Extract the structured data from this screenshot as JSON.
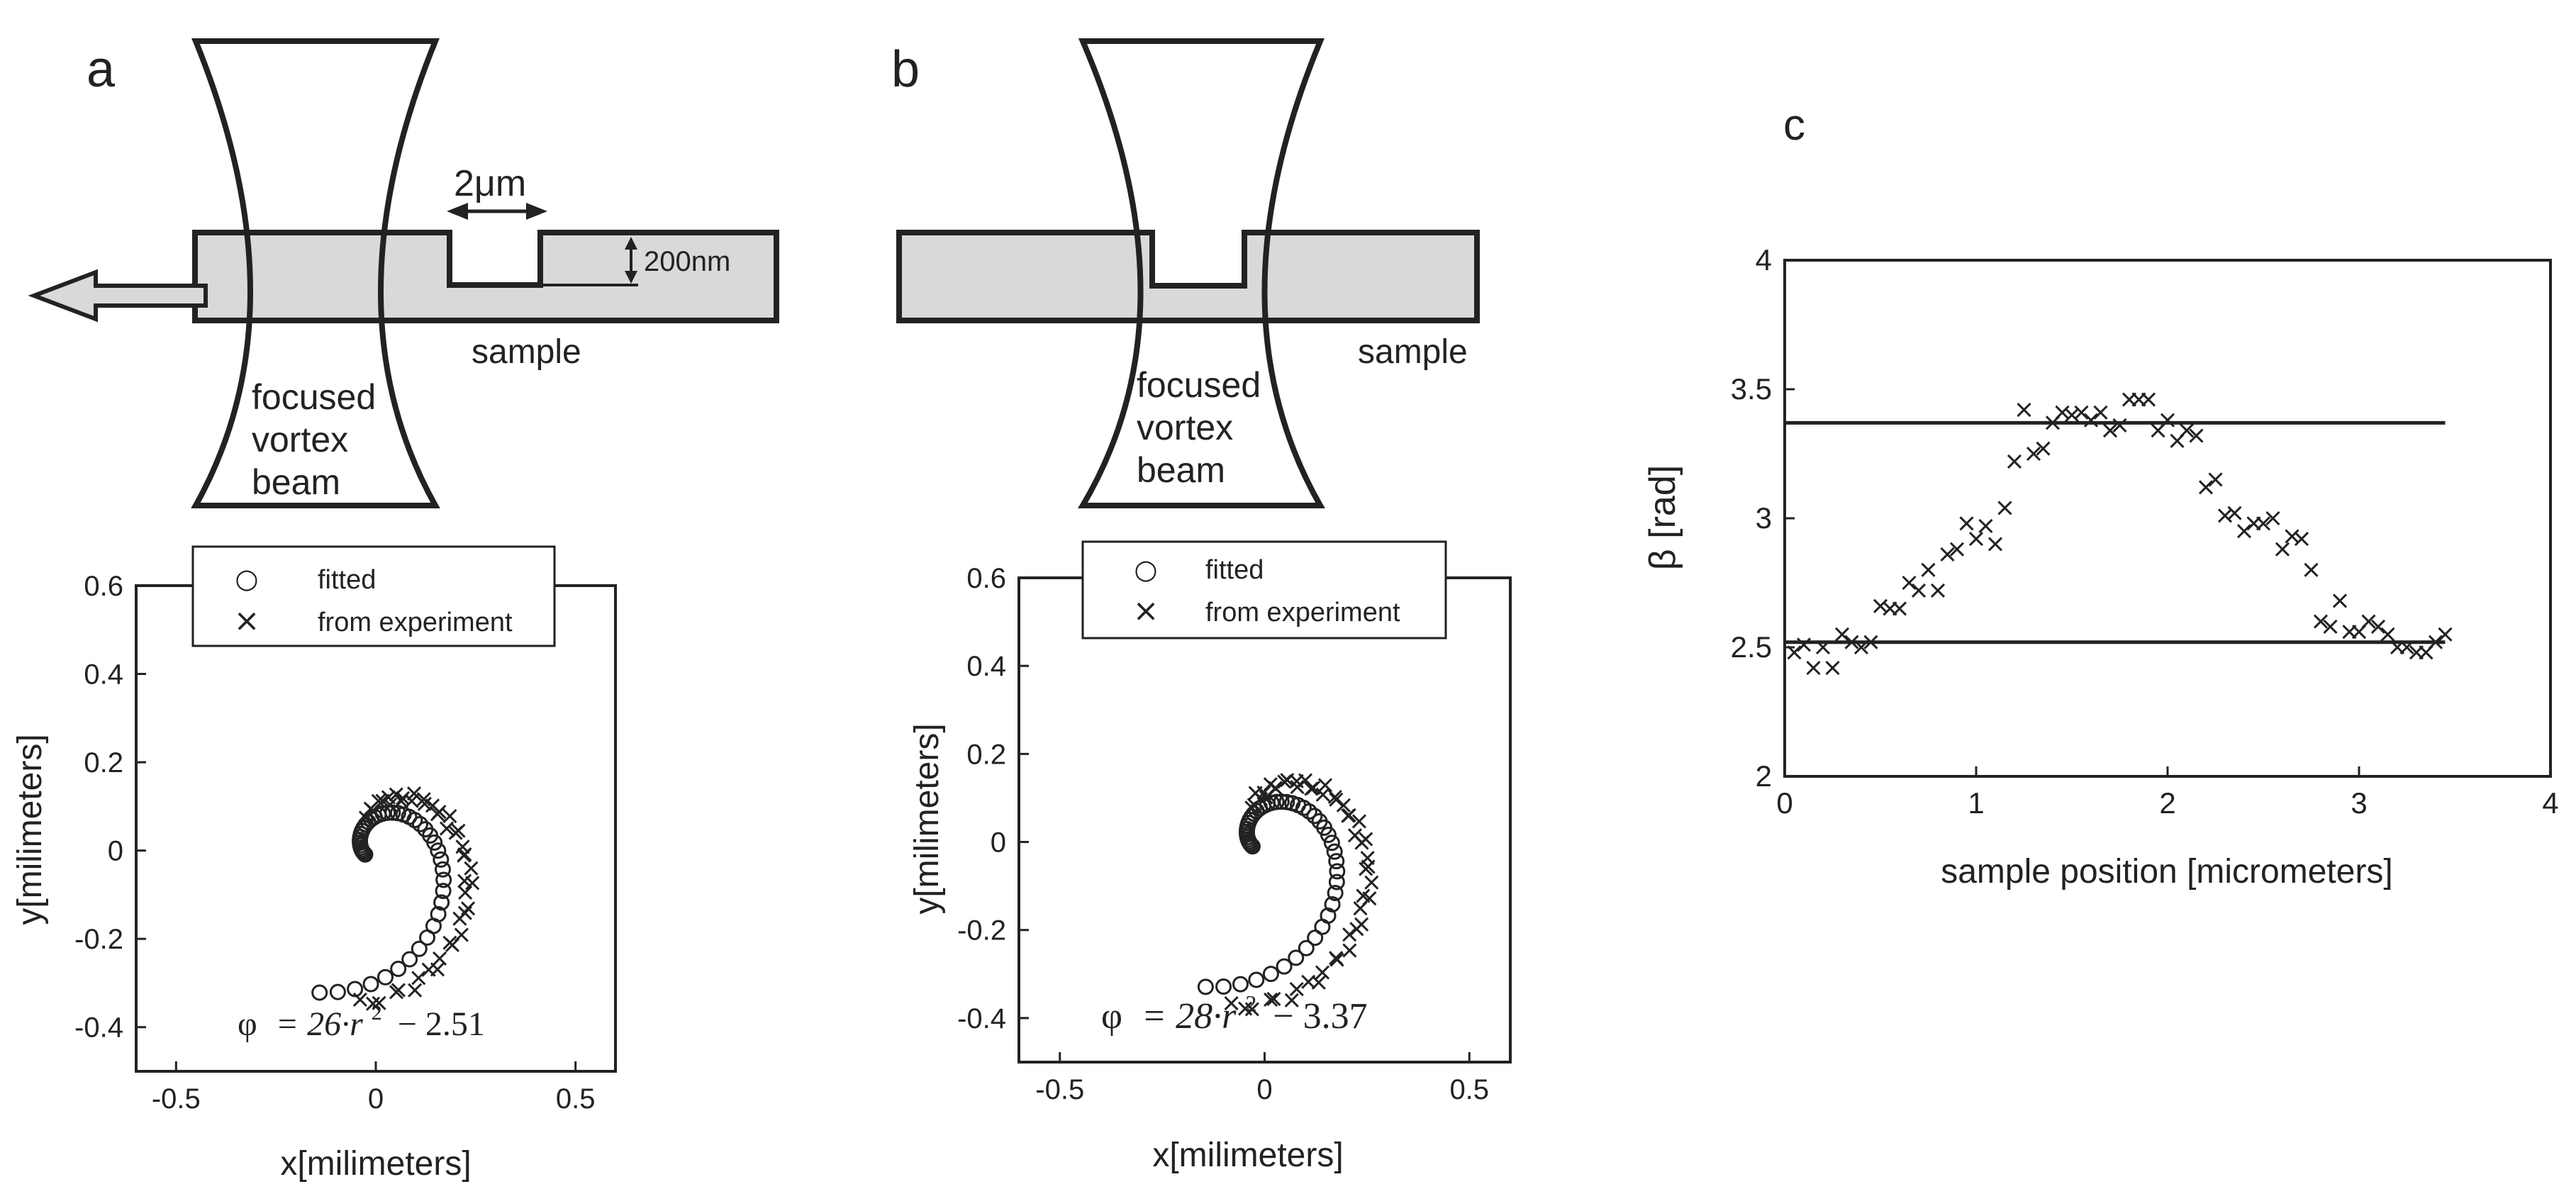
{
  "panel_labels": {
    "a": "a",
    "b": "b",
    "c": "c"
  },
  "schematic_a": {
    "width_label": "2μm",
    "depth_label": "200nm",
    "sample_label": "sample",
    "beam_label": [
      "focused",
      "vortex",
      "beam"
    ]
  },
  "schematic_b": {
    "sample_label": "sample",
    "beam_label": [
      "focused",
      "vortex",
      "beam"
    ]
  },
  "chart_data": [
    {
      "type": "scatter",
      "panel": "a",
      "xlabel": "x[milimeters]",
      "ylabel": "y[milimeters]",
      "xlim": [
        -0.6,
        0.6
      ],
      "ylim": [
        -0.5,
        0.6
      ],
      "xticks": [
        -0.5,
        0,
        0.5
      ],
      "yticks": [
        -0.4,
        -0.2,
        0,
        0.2,
        0.4,
        0.6
      ],
      "xtick_labels": [
        "-0.5",
        "0",
        "0.5"
      ],
      "ytick_labels": [
        "-0.4",
        "-0.2",
        "0",
        "0.2",
        "0.4",
        "0.6"
      ],
      "legend": {
        "placement": "top",
        "entries": [
          {
            "marker": "○",
            "label": "fitted"
          },
          {
            "marker": "×",
            "label": "from experiment"
          }
        ]
      },
      "equation": {
        "lhs": "φ",
        "mid": "= 26·r",
        "sup": "2",
        "rhs": "− 2.51"
      },
      "series": [
        {
          "name": "fitted",
          "marker": "circle",
          "spiral": {
            "a": 0.047,
            "b": 0.37,
            "theta_start": 4.3,
            "theta_end": 9.75,
            "n": 45
          }
        },
        {
          "name": "from experiment",
          "marker": "x",
          "spiral": {
            "a": 0.08,
            "b": 0.27,
            "theta_start": 4.6,
            "theta_end": 8.1,
            "n": 45,
            "jitter": 0.01
          }
        }
      ]
    },
    {
      "type": "scatter",
      "panel": "b",
      "xlabel": "x[milimeters]",
      "ylabel": "y[milimeters]",
      "xlim": [
        -0.6,
        0.6
      ],
      "ylim": [
        -0.5,
        0.6
      ],
      "xticks": [
        -0.5,
        0,
        0.5
      ],
      "yticks": [
        -0.4,
        -0.2,
        0,
        0.2,
        0.4,
        0.6
      ],
      "xtick_labels": [
        "-0.5",
        "0",
        "0.5"
      ],
      "ytick_labels": [
        "-0.4",
        "-0.2",
        "0",
        "0.2",
        "0.4",
        "0.6"
      ],
      "legend": {
        "placement": "top",
        "entries": [
          {
            "marker": "○",
            "label": "fitted"
          },
          {
            "marker": "×",
            "label": "from experiment"
          }
        ]
      },
      "equation": {
        "lhs": "φ",
        "mid": "= 28·r",
        "sup": "2",
        "rhs": "− 3.37"
      },
      "series": [
        {
          "name": "fitted",
          "marker": "circle",
          "spiral": {
            "a": 0.052,
            "b": 0.38,
            "theta_start": 4.3,
            "theta_end": 9.75,
            "n": 48
          }
        },
        {
          "name": "from experiment",
          "marker": "x",
          "spiral": {
            "a": 0.085,
            "b": 0.3,
            "theta_start": 4.5,
            "theta_end": 8.2,
            "n": 50,
            "jitter": 0.01
          }
        }
      ]
    },
    {
      "type": "scatter",
      "panel": "c",
      "xlabel": "sample position [micrometers]",
      "ylabel": "β [rad]",
      "xlim": [
        0,
        4
      ],
      "ylim": [
        2,
        4
      ],
      "xticks": [
        0,
        1,
        2,
        3,
        4
      ],
      "yticks": [
        2,
        2.5,
        3,
        3.5,
        4
      ],
      "xtick_labels": [
        "0",
        "1",
        "2",
        "3",
        "4"
      ],
      "ytick_labels": [
        "2",
        "2.5",
        "3",
        "3.5",
        "4"
      ],
      "hlines": [
        {
          "y": 3.37,
          "x0": 0.0,
          "x1": 3.45
        },
        {
          "y": 2.52,
          "x0": 0.0,
          "x1": 3.45
        }
      ],
      "series": [
        {
          "marker": "x",
          "x": [
            0.05,
            0.1,
            0.15,
            0.2,
            0.25,
            0.3,
            0.35,
            0.4,
            0.45,
            0.5,
            0.55,
            0.6,
            0.65,
            0.7,
            0.75,
            0.8,
            0.85,
            0.9,
            0.95,
            1.0,
            1.05,
            1.1,
            1.15,
            1.2,
            1.25,
            1.3,
            1.35,
            1.4,
            1.45,
            1.5,
            1.55,
            1.6,
            1.65,
            1.7,
            1.75,
            1.8,
            1.85,
            1.9,
            1.95,
            2.0,
            2.05,
            2.1,
            2.15,
            2.2,
            2.25,
            2.3,
            2.35,
            2.4,
            2.45,
            2.5,
            2.55,
            2.6,
            2.65,
            2.7,
            2.75,
            2.8,
            2.85,
            2.9,
            2.95,
            3.0,
            3.05,
            3.1,
            3.15,
            3.2,
            3.25,
            3.3,
            3.35,
            3.4,
            3.45
          ],
          "y": [
            2.48,
            2.51,
            2.42,
            2.5,
            2.42,
            2.55,
            2.52,
            2.5,
            2.52,
            2.66,
            2.65,
            2.65,
            2.75,
            2.72,
            2.8,
            2.72,
            2.86,
            2.88,
            2.98,
            2.92,
            2.97,
            2.9,
            3.04,
            3.22,
            3.42,
            3.25,
            3.27,
            3.37,
            3.41,
            3.4,
            3.41,
            3.38,
            3.41,
            3.34,
            3.36,
            3.46,
            3.46,
            3.46,
            3.34,
            3.38,
            3.3,
            3.34,
            3.32,
            3.12,
            3.15,
            3.01,
            3.02,
            2.95,
            2.98,
            2.98,
            3.0,
            2.88,
            2.93,
            2.92,
            2.8,
            2.6,
            2.58,
            2.68,
            2.56,
            2.56,
            2.6,
            2.58,
            2.55,
            2.5,
            2.5,
            2.48,
            2.48,
            2.52,
            2.55
          ]
        }
      ]
    }
  ]
}
